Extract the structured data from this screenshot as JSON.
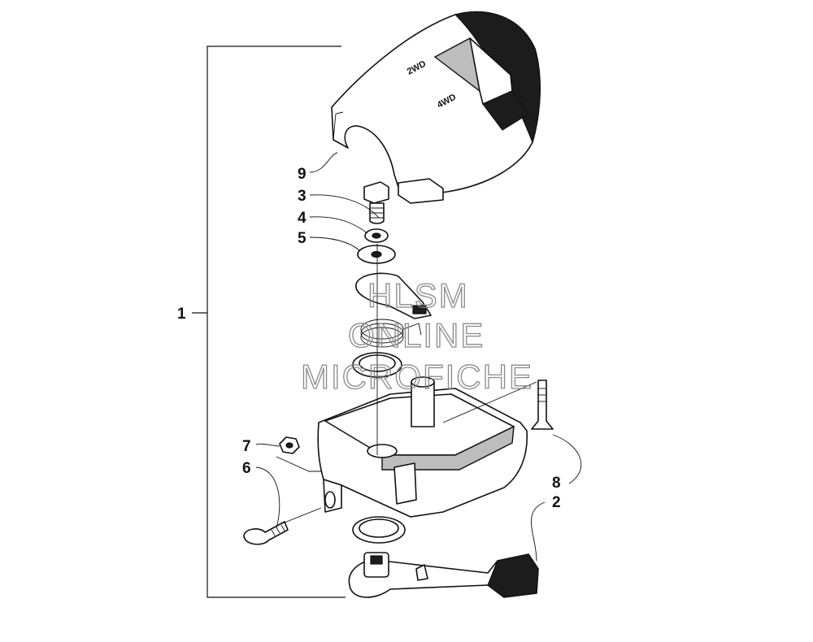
{
  "callouts": {
    "c1": "1",
    "c2": "2",
    "c3": "3",
    "c4": "4",
    "c5": "5",
    "c6": "6",
    "c7": "7",
    "c8": "8",
    "c9": "9"
  },
  "housing_marks": {
    "mode_2wd": "2WD",
    "mode_4wd": "4WD"
  },
  "watermark": {
    "line1": "HLSM",
    "line2": "ONLINE",
    "line3": "MICROFICHE"
  }
}
